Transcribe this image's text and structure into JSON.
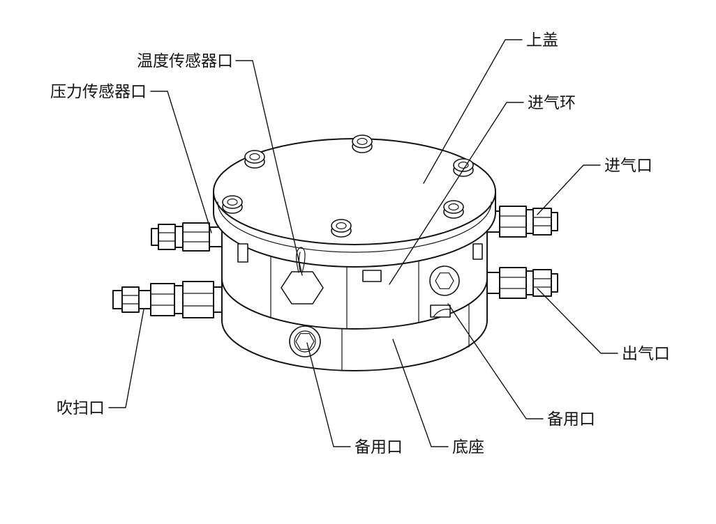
{
  "figure": {
    "background_color": "#ffffff",
    "line_color": "#141414",
    "description": "line drawing of cylindrical chamber with ports"
  },
  "labels": {
    "temp_sensor_port": "温度传感器口",
    "pressure_sensor_port": "压力传感器口",
    "top_cover": "上盖",
    "intake_ring": "进气环",
    "intake_port": "进气口",
    "outlet_port": "出气口",
    "spare_port_right": "备用口",
    "base": "底座",
    "spare_port_bottom": "备用口",
    "purge_port": "吹扫口"
  }
}
